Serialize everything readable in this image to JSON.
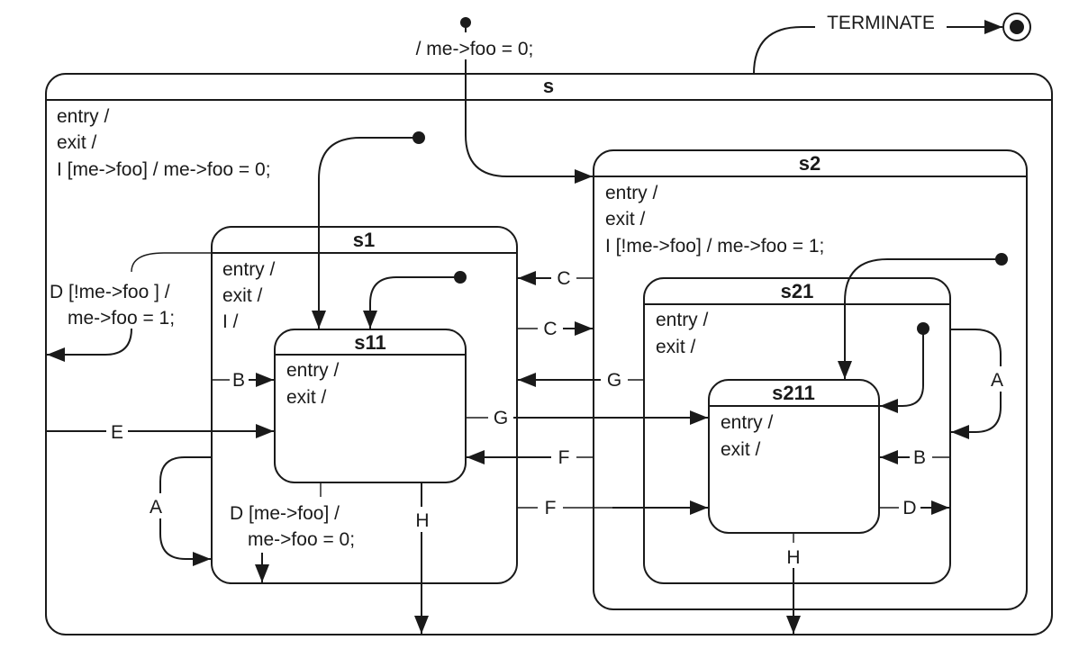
{
  "states": {
    "s": {
      "name": "s",
      "actions": [
        "entry /",
        "exit /",
        "I [me->foo] / me->foo = 0;"
      ]
    },
    "s1": {
      "name": "s1",
      "actions": [
        "entry /",
        "exit /",
        "I /"
      ]
    },
    "s11": {
      "name": "s11",
      "actions": [
        "entry /",
        "exit /"
      ]
    },
    "s2": {
      "name": "s2",
      "actions": [
        "entry /",
        "exit /",
        "I [!me->foo] / me->foo = 1;"
      ]
    },
    "s21": {
      "name": "s21",
      "actions": [
        "entry /",
        "exit /"
      ]
    },
    "s211": {
      "name": "s211",
      "actions": [
        "entry /",
        "exit /"
      ]
    }
  },
  "transitions": {
    "initial_top": "/ me->foo = 0;",
    "terminate": "TERMINATE",
    "d_s1_line1": "D [!me->foo ] /",
    "d_s1_line2": "me->foo = 1;",
    "d_s11_line1": "D [me->foo] /",
    "d_s11_line2": "me->foo = 0;",
    "e": "E",
    "a_s1": "A",
    "b_s1": "B",
    "c_to_s1": "C",
    "c_to_s2": "C",
    "g_to_s1": "G",
    "g_to_s211": "G",
    "f_to_s11": "F",
    "f_to_s211": "F",
    "h_s11": "H",
    "h_s211": "H",
    "a_s21": "A",
    "b_s21": "B",
    "d_s211": "D"
  }
}
